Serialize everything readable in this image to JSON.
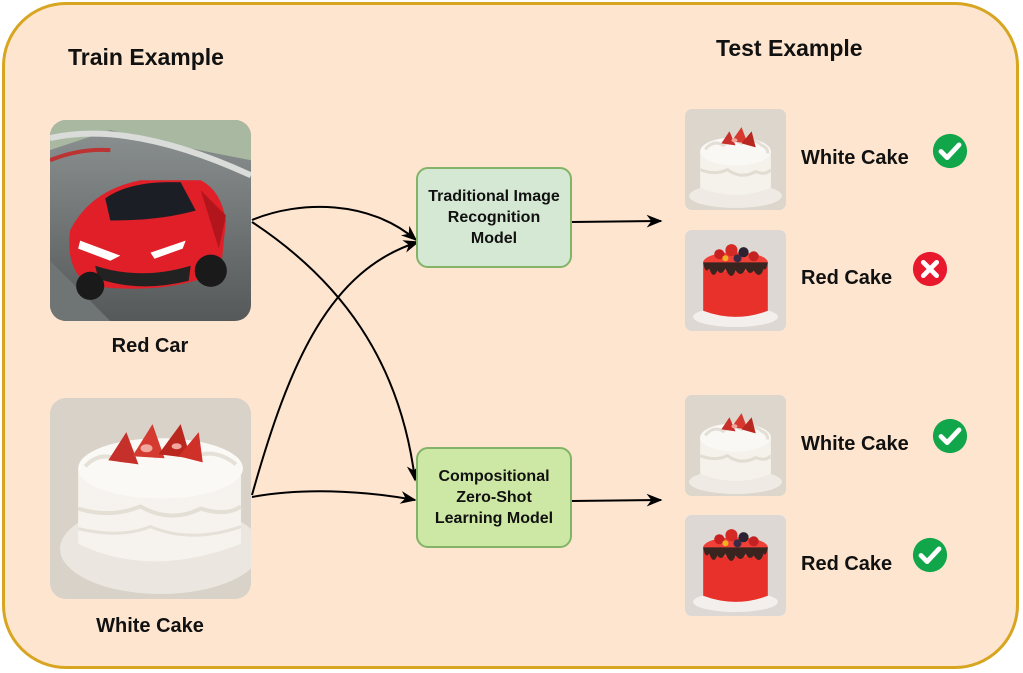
{
  "colors": {
    "frame_fill": "#fde5cf",
    "frame_border": "#d7a520",
    "traditional_fill": "#d5e8d4",
    "compositional_fill": "#cde8a4",
    "model_border": "#82b366",
    "check": "#12a64a",
    "cross": "#e8192c"
  },
  "train": {
    "heading": "Train Example",
    "items": [
      {
        "caption": "Red Car",
        "icon": "red-car-photo"
      },
      {
        "caption": "White Cake",
        "icon": "white-cake-photo"
      }
    ]
  },
  "test": {
    "heading": "Test Example"
  },
  "models": {
    "traditional": {
      "label": "Traditional Image\nRecognition\nModel"
    },
    "compositional": {
      "label": "Compositional\nZero-Shot\nLearning Model"
    }
  },
  "results": {
    "traditional": [
      {
        "label": "White Cake",
        "status": "correct",
        "icon": "check-icon"
      },
      {
        "label": "Red Cake",
        "status": "incorrect",
        "icon": "cross-icon"
      }
    ],
    "compositional": [
      {
        "label": "White Cake",
        "status": "correct",
        "icon": "check-icon"
      },
      {
        "label": "Red Cake",
        "status": "correct",
        "icon": "check-icon"
      }
    ]
  }
}
